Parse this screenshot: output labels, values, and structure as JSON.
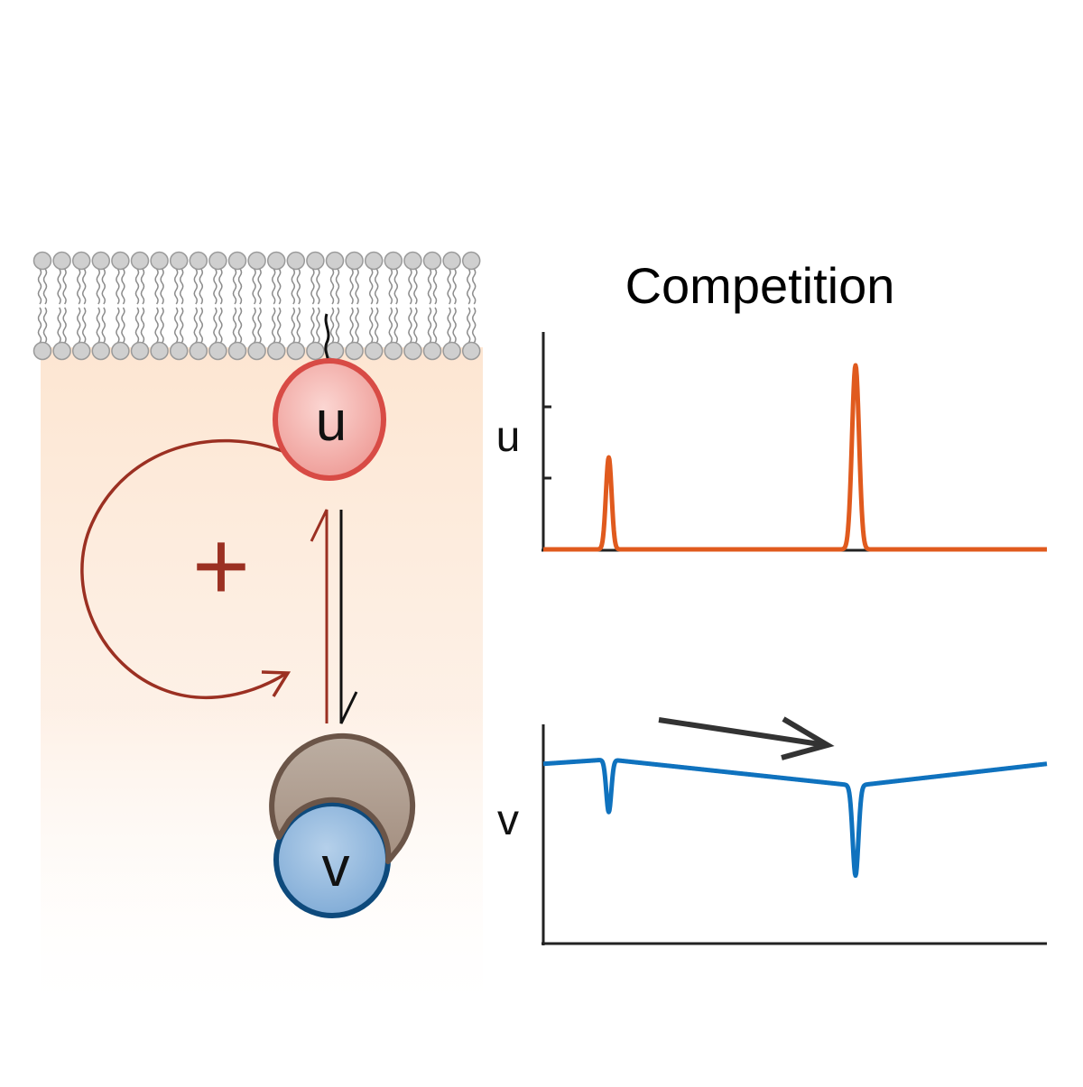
{
  "diagram": {
    "node_u": {
      "label": "u",
      "fill": "#f2a9a6",
      "stroke": "#d84b45"
    },
    "node_v": {
      "label": "v",
      "fill": "#8fb6dc",
      "stroke": "#0e4a7c"
    },
    "inhibitor": {
      "fill": "#b0a093",
      "stroke": "#6b5548"
    },
    "feedback": {
      "sign": "+",
      "color": "#9b3022"
    },
    "membrane": {
      "head_fill": "#cfcfcf",
      "head_stroke": "#9a9a9a",
      "tail_color": "#8c8c8c"
    },
    "cytoplasm_color": "#fde6d2"
  },
  "panel": {
    "title": "Competition",
    "top_plot": {
      "ylabel": "u",
      "color": "#e05a1e"
    },
    "bottom_plot": {
      "ylabel": "v",
      "color": "#0f72be"
    },
    "drift_arrow_color": "#333333"
  },
  "chart_data": [
    {
      "type": "line",
      "title": "Competition",
      "ylabel": "u",
      "xlim": [
        0,
        100
      ],
      "ylim": [
        0,
        1
      ],
      "grid": false,
      "series": [
        {
          "color": "#e05a1e",
          "baseline": 0,
          "peaks": [
            {
              "x": 13,
              "height": 0.5,
              "width": 0.8
            },
            {
              "x": 62,
              "height": 1.0,
              "width": 1.0
            }
          ]
        }
      ]
    },
    {
      "type": "line",
      "ylabel": "v",
      "xlim": [
        0,
        100
      ],
      "ylim": [
        0,
        1
      ],
      "grid": false,
      "series": [
        {
          "color": "#0f72be",
          "segments": [
            {
              "x0": 0,
              "y0": 0.82,
              "x1": 13,
              "y1": 0.84
            },
            {
              "x0": 13,
              "y0": 0.84,
              "x1": 62,
              "y1": 0.72
            },
            {
              "x0": 62,
              "y0": 0.72,
              "x1": 100,
              "y1": 0.82
            }
          ],
          "dips": [
            {
              "x": 13,
              "depth": 0.24,
              "width": 0.7
            },
            {
              "x": 62,
              "depth": 0.41,
              "width": 0.8
            }
          ]
        }
      ]
    }
  ]
}
